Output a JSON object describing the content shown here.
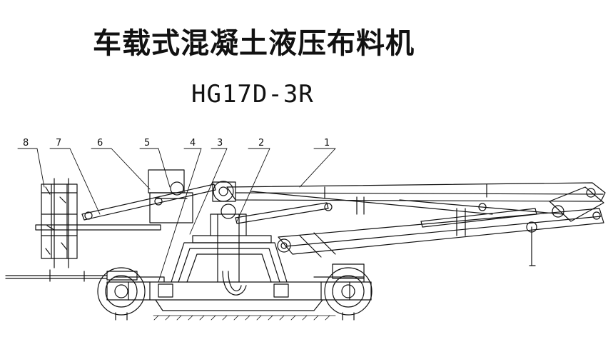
{
  "title": "车载式混凝土液压布料机",
  "model": "HG17D-3R",
  "callouts": [
    "8",
    "7",
    "6",
    "5",
    "4",
    "3",
    "2",
    "1"
  ],
  "colors": {
    "line": "#111111",
    "background": "#ffffff"
  }
}
